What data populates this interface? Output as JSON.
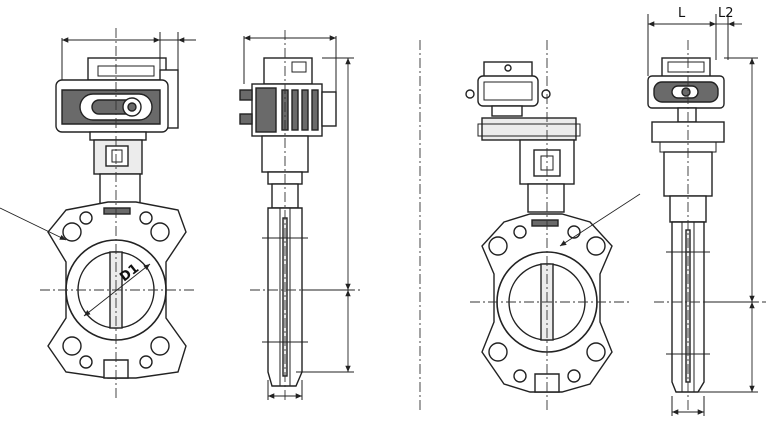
{
  "labels": {
    "d1": "D1",
    "l": "L",
    "l2": "L2"
  },
  "colors": {
    "line": "#222222",
    "actuator_dark": "#6a6a6a",
    "body_fill": "#ececec"
  }
}
